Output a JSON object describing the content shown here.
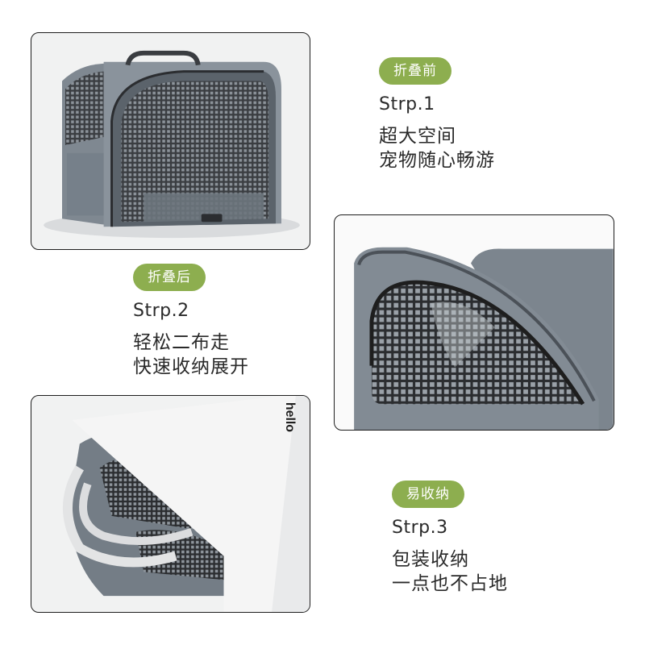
{
  "steps": [
    {
      "badge": "折叠前",
      "label": "Strp.1",
      "lines": [
        "超大空间",
        "宠物随心畅游"
      ]
    },
    {
      "badge": "折叠后",
      "label": "Strp.2",
      "lines": [
        "轻松二布走",
        "快速收纳展开"
      ]
    },
    {
      "badge": "易收纳",
      "label": "Strp.3",
      "lines": [
        "包装收纳",
        "一点也不占地"
      ]
    }
  ],
  "bag_print": "hello",
  "colors": {
    "badge": "#8dae4f",
    "carrier_gray": "#7b848d",
    "mesh": "#2b2d30",
    "frame": "#f1f2f2"
  },
  "icons": [
    "pet-carrier-photo",
    "carrier-mesh-closeup-photo",
    "folded-carrier-in-bag-photo"
  ]
}
